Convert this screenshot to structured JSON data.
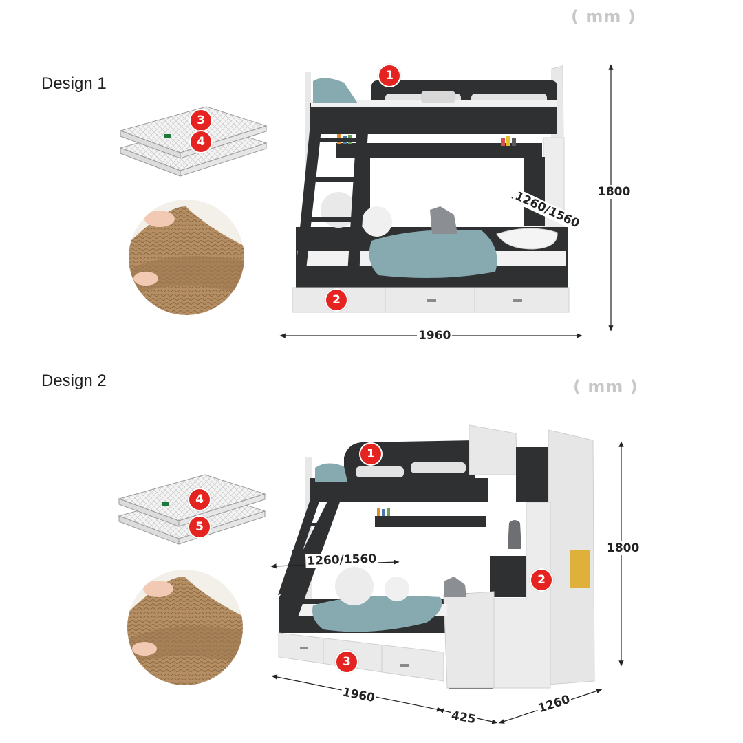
{
  "designs": [
    {
      "title": "Design 1",
      "unit": "( mm )",
      "dimensions": {
        "width": "1960",
        "height": "1800",
        "depth": "1260/1560"
      },
      "badges": {
        "top_bunk": "1",
        "drawers": "2",
        "mattress_top": "3",
        "mattress_bottom": "4"
      }
    },
    {
      "title": "Design 2",
      "unit": "( mm )",
      "dimensions": {
        "width": "1960",
        "stair_width": "425",
        "depth_side": "1260",
        "height": "1800",
        "depth": "1260/1560"
      },
      "badges": {
        "top_bunk": "1",
        "stair_cabinet": "2",
        "drawers": "3",
        "mattress_top": "4",
        "mattress_bottom": "5"
      }
    }
  ],
  "colors": {
    "badge": "#e52421",
    "bed_dark": "#2f3032",
    "bed_white": "#e8e8e8",
    "bedding": "#86aab0",
    "coir": "#b08a5e"
  }
}
